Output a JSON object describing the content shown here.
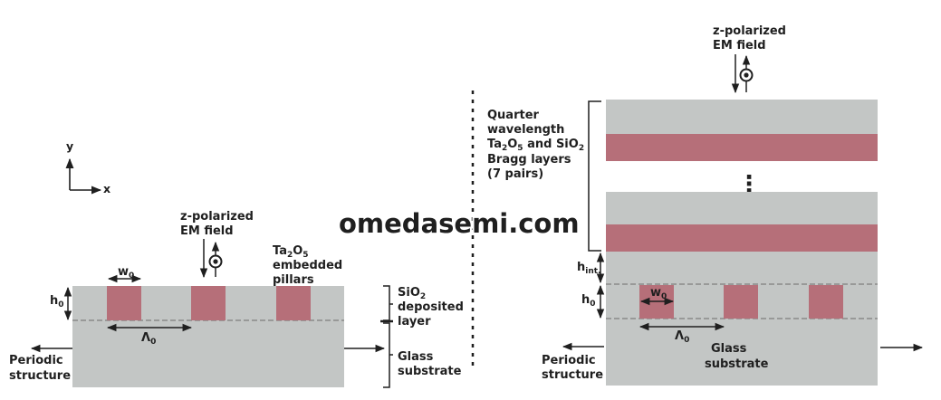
{
  "left_panel": {
    "axes": {
      "y": "y",
      "x": "x"
    },
    "field": {
      "line1": "z-polarized",
      "line2": "EM field"
    },
    "pillars_label": {
      "prefix": "Ta",
      "sub1": "2",
      "mid": "O",
      "sub2": "5",
      "line2": "embedded",
      "line3": "pillars"
    },
    "w0": {
      "main": "w",
      "sub": "0"
    },
    "h0": {
      "main": "h",
      "sub": "0"
    },
    "lambda0": {
      "main": "Λ",
      "sub": "0"
    },
    "periodic": {
      "line1": "Periodic",
      "line2": "structure"
    },
    "sio2_label": {
      "prefix": "SiO",
      "sub": "2",
      "line2": "deposited",
      "line3": "layer"
    },
    "glass_label": {
      "line1": "Glass",
      "line2": "substrate"
    }
  },
  "right_panel": {
    "field": {
      "line1": "z-polarized",
      "line2": "EM field"
    },
    "bragg_label": {
      "line1": "Quarter",
      "line2": "wavelength",
      "line3a": "Ta",
      "line3s1": "2",
      "line3b": "O",
      "line3s2": "5",
      "line3c": " and SiO",
      "line3s3": "2",
      "line4": "Bragg layers",
      "line5": "(7 pairs)"
    },
    "ellipsis": "⋮",
    "hint": {
      "main": "h",
      "sub": "int."
    },
    "h0": {
      "main": "h",
      "sub": "0"
    },
    "w0": {
      "main": "w",
      "sub": "0"
    },
    "lambda0": {
      "main": "Λ",
      "sub": "0"
    },
    "periodic": {
      "line1": "Periodic",
      "line2": "structure"
    },
    "glass_label": {
      "line1": "Glass",
      "line2": "substrate"
    }
  },
  "watermark": "omedasemi.com",
  "colors": {
    "gray": "#c3c6c5",
    "pillar": "#b66f79",
    "line": "#1f1f1f",
    "dash": "#8a8a8a",
    "watermark": "#4a78cf"
  },
  "icons": [
    "arrow-icon",
    "field-dot-icon",
    "brace-icon",
    "dashed-divider"
  ]
}
